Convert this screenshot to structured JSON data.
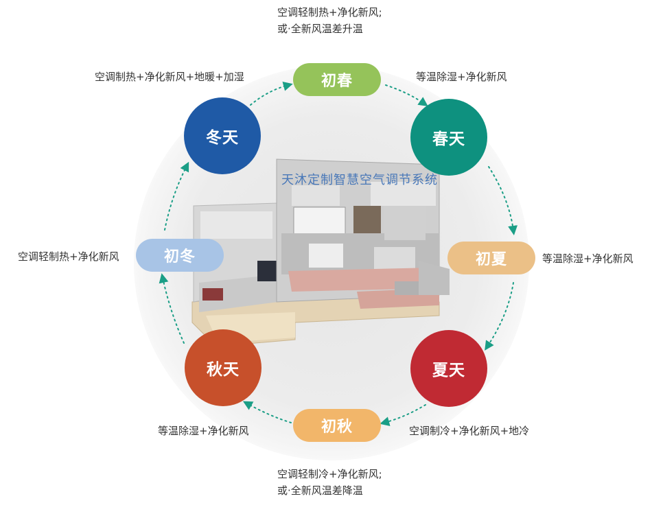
{
  "watermark": "天沐定制智慧空气调节系统",
  "stages": {
    "chu_chun": {
      "label": "初春",
      "color": "#95c35a"
    },
    "chun_tian": {
      "label": "春天",
      "color": "#0e917f"
    },
    "chu_xia": {
      "label": "初夏",
      "color": "#ebc087"
    },
    "xia_tian": {
      "label": "夏天",
      "color": "#c02a33"
    },
    "chu_qiu": {
      "label": "初秋",
      "color": "#f2b66a"
    },
    "qiu_tian": {
      "label": "秋天",
      "color": "#c7502b"
    },
    "chu_dong": {
      "label": "初冬",
      "color": "#a8c4e6"
    },
    "dong_tian": {
      "label": "冬天",
      "color": "#1f5aa6"
    }
  },
  "descriptions": {
    "chu_chun_line1": "空调轻制热+净化新风;",
    "chu_chun_line2": "或·全新风温差升温",
    "chun_tian": "等温除湿+净化新风",
    "chu_xia": "等温除湿+净化新风",
    "xia_tian": "空调制冷+净化新风+地冷",
    "chu_qiu_line1": "空调轻制冷+净化新风;",
    "chu_qiu_line2": "或·全新风温差降温",
    "qiu_tian": "等温除湿+净化新风",
    "chu_dong": "空调轻制热+净化新风",
    "dong_tian": "空调制热+净化新风+地暖+加湿"
  },
  "colors": {
    "arrow": "#1a9e86",
    "text": "#333333"
  }
}
